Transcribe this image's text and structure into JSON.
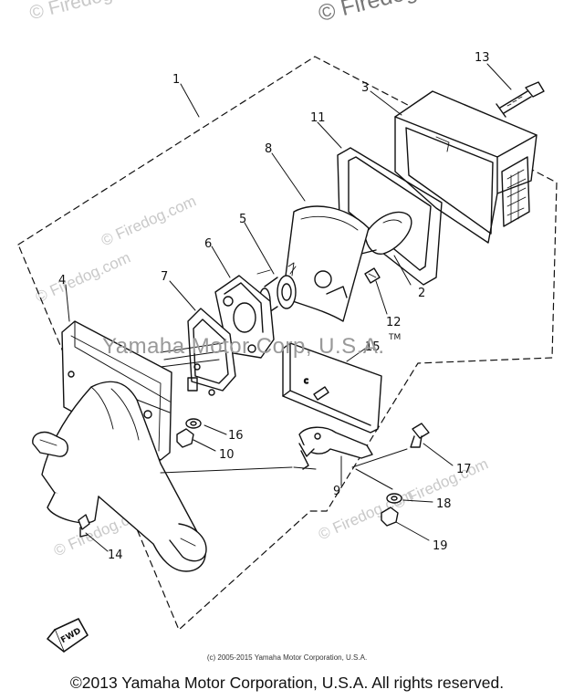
{
  "watermarks": {
    "top_right": "© Firedog",
    "top_left": "© Firedog",
    "repeated": "© Firedog.com",
    "center": "Yamaha Motor Corp, U.S.A."
  },
  "callouts": [
    "1",
    "2",
    "3",
    "4",
    "5",
    "6",
    "7",
    "8",
    "9",
    "10",
    "11",
    "12",
    "13",
    "14",
    "15",
    "16",
    "17",
    "18",
    "19"
  ],
  "tag_labels": {
    "tm": "TM",
    "fwd": "FWD"
  },
  "small_copyright": "(c) 2005-2015 Yamaha Motor Corporation, U.S.A.",
  "footer": "©2013 Yamaha Motor Corporation, U.S.A. All rights reserved."
}
